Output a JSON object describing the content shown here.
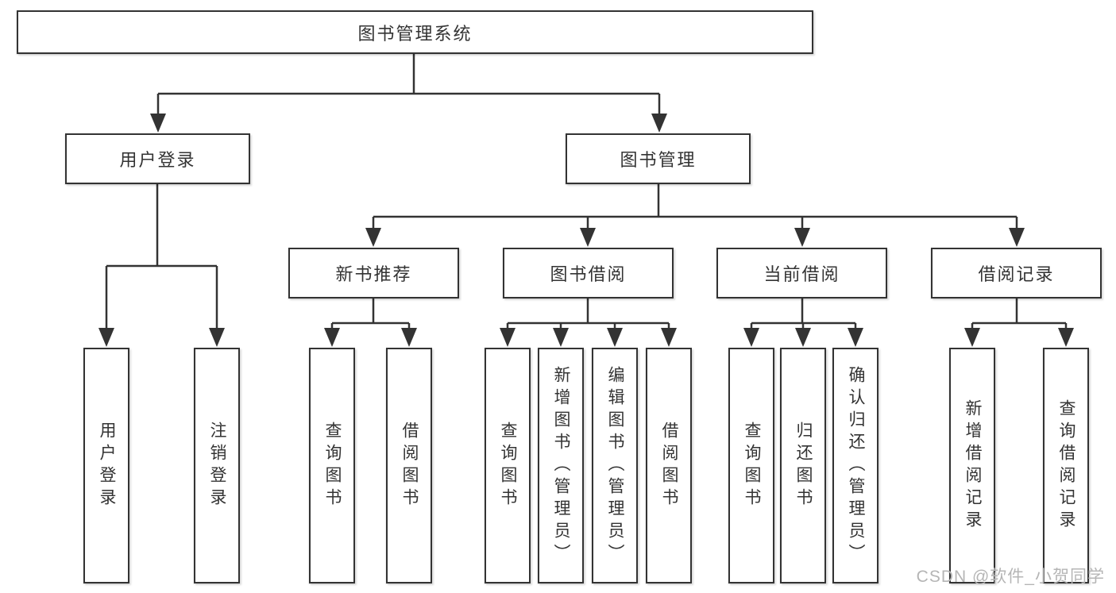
{
  "diagram": {
    "root": {
      "label": "图书管理系统"
    },
    "branches": [
      {
        "label": "用户登录",
        "children": [
          {
            "label": "用户登录"
          },
          {
            "label": "注销登录"
          }
        ]
      },
      {
        "label": "图书管理",
        "children": [
          {
            "label": "新书推荐",
            "children": [
              {
                "label": "查询图书"
              },
              {
                "label": "借阅图书"
              }
            ]
          },
          {
            "label": "图书借阅",
            "children": [
              {
                "label": "查询图书"
              },
              {
                "label": "新增图书（管理员）"
              },
              {
                "label": "编辑图书（管理员）"
              },
              {
                "label": "借阅图书"
              }
            ]
          },
          {
            "label": "当前借阅",
            "children": [
              {
                "label": "查询图书"
              },
              {
                "label": "归还图书"
              },
              {
                "label": "确认归还（管理员）"
              }
            ]
          },
          {
            "label": "借阅记录",
            "children": [
              {
                "label": "新增借阅记录"
              },
              {
                "label": "查询借阅记录"
              }
            ]
          }
        ]
      }
    ]
  },
  "watermark": {
    "text": "CSDN @软件_小贺同学"
  },
  "colors": {
    "line": "#333333",
    "box_border": "#333333",
    "box_fill": "#ffffff",
    "text": "#333333",
    "watermark": "#b5b5b5"
  }
}
